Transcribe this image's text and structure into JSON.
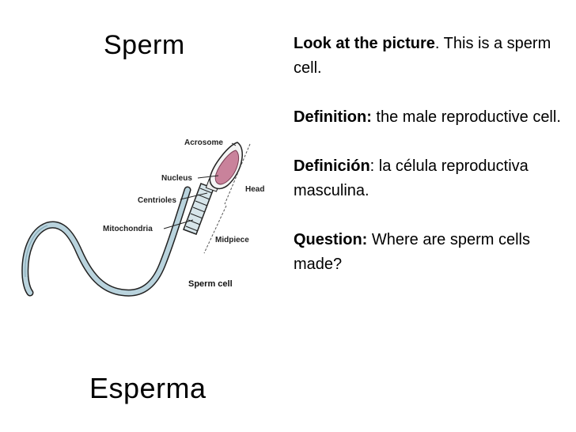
{
  "title": "Sperm",
  "title_es": "Esperma",
  "paragraphs": [
    {
      "bold": "Look at the picture",
      "rest": ". This is a sperm cell."
    },
    {
      "bold": "Definition:",
      "rest": " the male reproductive cell."
    },
    {
      "bold": "Definición",
      "rest": ": la célula reproductiva masculina."
    },
    {
      "bold": "Question:",
      "rest": " Where are sperm cells made?"
    }
  ],
  "diagram": {
    "labels": {
      "acrosome": "Acrosome",
      "nucleus": "Nucleus",
      "centrioles": "Centrioles",
      "mitochondria": "Mitochondria",
      "head": "Head",
      "midpiece": "Midpiece",
      "caption": "Sperm cell"
    },
    "colors": {
      "head": "#c9829b",
      "tail": "#b9d3dd",
      "outline": "#222222"
    }
  }
}
